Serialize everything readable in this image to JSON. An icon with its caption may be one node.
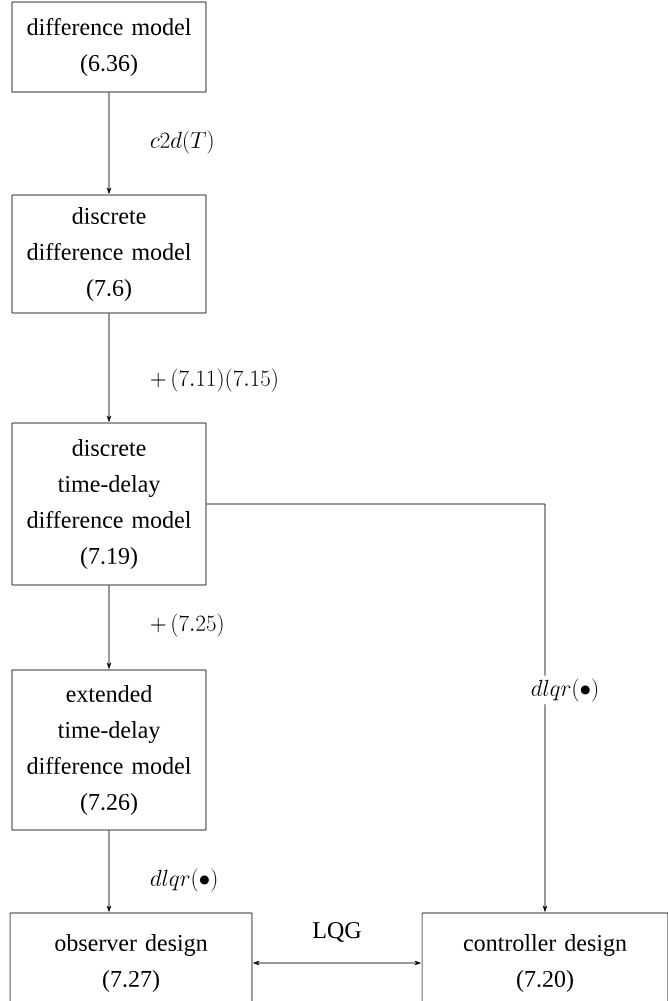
{
  "diagram": {
    "nodes": [
      {
        "text": [
          "difference model",
          "(6.36)"
        ]
      },
      {
        "text": [
          "discrete difference model",
          "(7.6)"
        ]
      },
      {
        "text": [
          "discrete time-delay difference model",
          "(7.19)"
        ]
      },
      {
        "text": [
          "extended time-delay difference model",
          "(7.26)"
        ]
      },
      {
        "text": [
          "observer design",
          "(7.27)"
        ]
      },
      {
        "text": [
          "controller design",
          "(7.20)"
        ]
      }
    ],
    "edges": [
      {
        "from": 0,
        "to": 1,
        "arrow": "to",
        "label": "c2d(T)"
      },
      {
        "from": 1,
        "to": 2,
        "arrow": "to",
        "label": "+\\,(7.11)(7.15)"
      },
      {
        "from": 2,
        "to": 3,
        "arrow": "to",
        "label": "+\\,(7.25)"
      },
      {
        "from": 2,
        "to": 5,
        "arrow": "to",
        "label": "dlqr(\\bullet)"
      },
      {
        "from": 3,
        "to": 4,
        "arrow": "to",
        "label": "dlqr(\\bullet)"
      },
      {
        "from": 4,
        "to": 5,
        "arrow": "both",
        "label": "LQG"
      }
    ]
  }
}
